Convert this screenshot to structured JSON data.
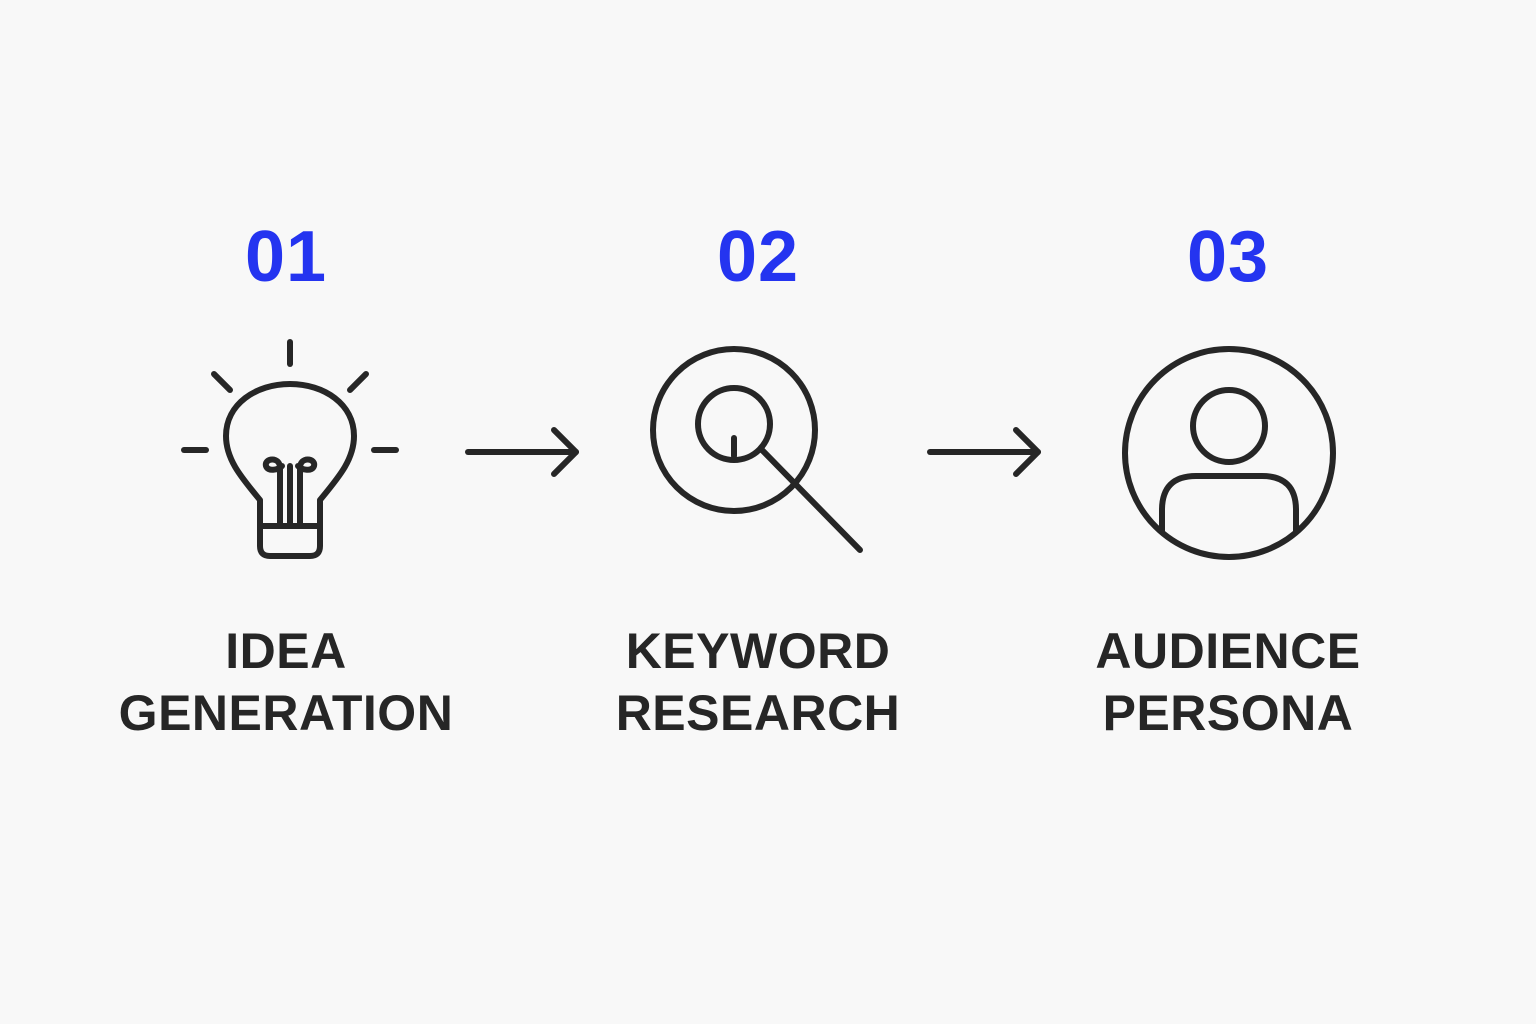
{
  "colors": {
    "accent": "#2434f0",
    "ink": "#262626",
    "background": "#f8f8f8"
  },
  "steps": [
    {
      "number": "01",
      "icon": "lightbulb-icon",
      "label_line1": "IDEA",
      "label_line2": "GENERATION"
    },
    {
      "number": "02",
      "icon": "magnifier-target-icon",
      "label_line1": "KEYWORD",
      "label_line2": "RESEARCH"
    },
    {
      "number": "03",
      "icon": "user-profile-icon",
      "label_line1": "AUDIENCE",
      "label_line2": "PERSONA"
    }
  ]
}
